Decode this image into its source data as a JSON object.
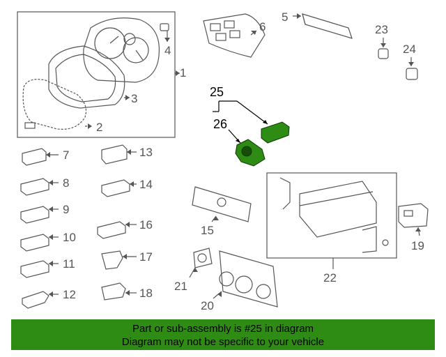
{
  "diagram": {
    "callouts": {
      "c1": "1",
      "c2": "2",
      "c3": "3",
      "c4": "4",
      "c5": "5",
      "c6": "6",
      "c7": "7",
      "c8": "8",
      "c9": "9",
      "c10": "10",
      "c11": "11",
      "c12": "12",
      "c13": "13",
      "c14": "14",
      "c15": "15",
      "c16": "16",
      "c17": "17",
      "c18": "18",
      "c19": "19",
      "c20": "20",
      "c21": "21",
      "c22": "22",
      "c23": "23",
      "c24": "24",
      "c25": "25",
      "c26": "26"
    },
    "highlight_color": "#2e8b14",
    "part_color": "#555555"
  },
  "banner": {
    "line1": "Part or sub-assembly is #25 in diagram",
    "line2": "Diagram may not be specific to your vehicle"
  }
}
